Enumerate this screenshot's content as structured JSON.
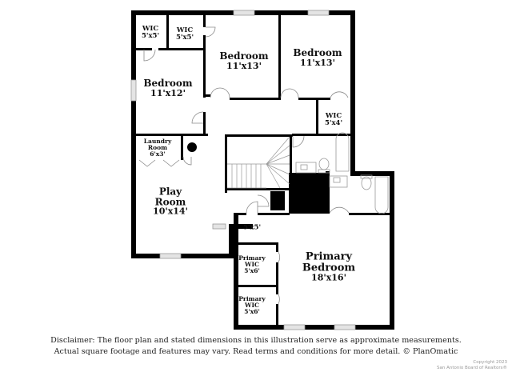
{
  "floorplan": {
    "rooms": [
      {
        "id": "wic-1",
        "name": "WIC",
        "dims": "5'x5'"
      },
      {
        "id": "wic-2",
        "name": "WIC",
        "dims": "5'x5'"
      },
      {
        "id": "bedroom-1",
        "name": "Bedroom",
        "dims": "11'x13'"
      },
      {
        "id": "bedroom-2",
        "name": "Bedroom",
        "dims": "11'x13'"
      },
      {
        "id": "bedroom-3",
        "name": "Bedroom",
        "dims": "11'x12'"
      },
      {
        "id": "wic-3",
        "name": "WIC",
        "dims": "5'x4'"
      },
      {
        "id": "laundry",
        "name": "Laundry Room",
        "name_line1": "Laundry",
        "name_line2": "Room",
        "dims": "6'x3'"
      },
      {
        "id": "play-room",
        "name": "Play Room",
        "name_line1": "Play",
        "name_line2": "Room",
        "dims": "10'x14'"
      },
      {
        "id": "hall",
        "name": "",
        "dims": "5'x5'"
      },
      {
        "id": "primary-bedroom",
        "name": "Primary Bedroom",
        "name_line1": "Primary",
        "name_line2": "Bedroom",
        "dims": "18'x16'"
      },
      {
        "id": "primary-wic-1",
        "name": "Primary WIC",
        "name_line1": "Primary",
        "name_line2": "WIC",
        "dims": "5'x6'"
      },
      {
        "id": "primary-wic-2",
        "name": "Primary WIC",
        "name_line1": "Primary",
        "name_line2": "WIC",
        "dims": "5'x6'"
      }
    ],
    "colors": {
      "wall": "#000000",
      "window": "#cfcfcf",
      "fixture": "#9a9a9a",
      "background": "#ffffff"
    }
  },
  "footer": {
    "disclaimer_line1": "Disclaimer: The floor plan and stated dimensions in this illustration serve as approximate measurements.",
    "disclaimer_line2": "Actual square footage and features may vary. Read terms and conditions for more detail. © PlanOmatic",
    "copyright_line1": "Copyright 2023",
    "copyright_line2": "San Antonio Board of Realtors®"
  }
}
